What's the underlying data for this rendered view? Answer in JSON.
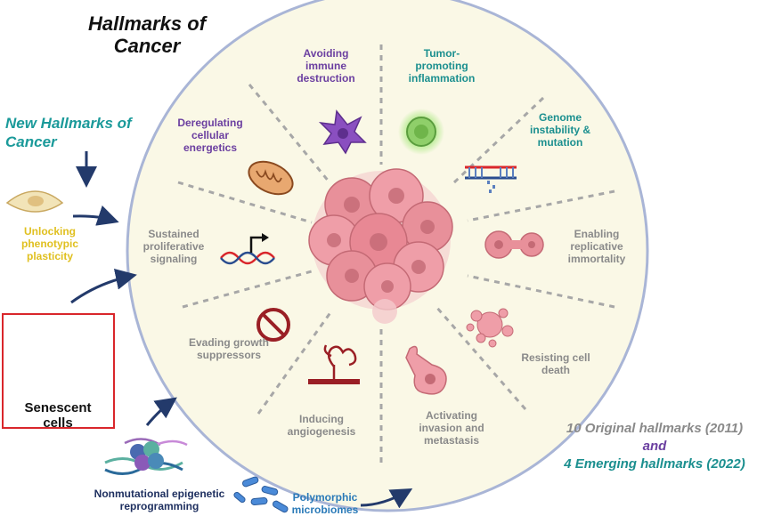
{
  "title": "Hallmarks of Cancer",
  "new_hallmarks_title": "New Hallmarks of Cancer",
  "original_hallmarks": [
    {
      "key": "avoiding-immune-destruction",
      "label": "Avoiding immune destruction",
      "color": "#6b3fa0"
    },
    {
      "key": "tumor-promoting-inflammation",
      "label": "Tumor-promoting inflammation",
      "color": "#1b8f8f"
    },
    {
      "key": "genome-instability-mutation",
      "label": "Genome instability & mutation",
      "color": "#1b8f8f"
    },
    {
      "key": "enabling-replicative-immortality",
      "label": "Enabling replicative immortality",
      "color": "#8a8a8a"
    },
    {
      "key": "resisting-cell-death",
      "label": "Resisting cell death",
      "color": "#8a8a8a"
    },
    {
      "key": "activating-invasion-metastasis",
      "label": "Activating invasion and metastasis",
      "color": "#8a8a8a"
    },
    {
      "key": "inducing-angiogenesis",
      "label": "Inducing angiogenesis",
      "color": "#8a8a8a"
    },
    {
      "key": "evading-growth-suppressors",
      "label": "Evading growth suppressors",
      "color": "#8a8a8a"
    },
    {
      "key": "sustained-proliferative-signaling",
      "label": "Sustained proliferative signaling",
      "color": "#8a8a8a"
    },
    {
      "key": "deregulating-cellular-energetics",
      "label": "Deregulating cellular energetics",
      "color": "#6b3fa0"
    }
  ],
  "new_hallmarks": [
    {
      "key": "unlocking-phenotypic-plasticity",
      "label": "Unlocking phenotypic plasticity",
      "color": "#e0c020"
    },
    {
      "key": "senescent-cells",
      "label": "Senescent cells",
      "color": "#111111"
    },
    {
      "key": "nonmutational-epigenetic-reprogramming",
      "label": "Nonmutational epigenetic reprogramming",
      "color": "#1f3060"
    },
    {
      "key": "polymorphic-microbiomes",
      "label": "Polymorphic microbiomes",
      "color": "#2a7ab8"
    }
  ],
  "legend": {
    "line1": "10 Original hallmarks (2011)",
    "line2": "and",
    "line3": "4 Emerging hallmarks (2022)",
    "colors": {
      "line1": "#8a8a8a",
      "line2": "#6b3fa0",
      "line3": "#1b8f8f"
    }
  },
  "colors": {
    "circle_fill": "#faf8e6",
    "circle_border": "#a9b5d6",
    "arrow": "#233a6b",
    "tumor": "#e8909a",
    "senescent_border": "#d9262b"
  }
}
